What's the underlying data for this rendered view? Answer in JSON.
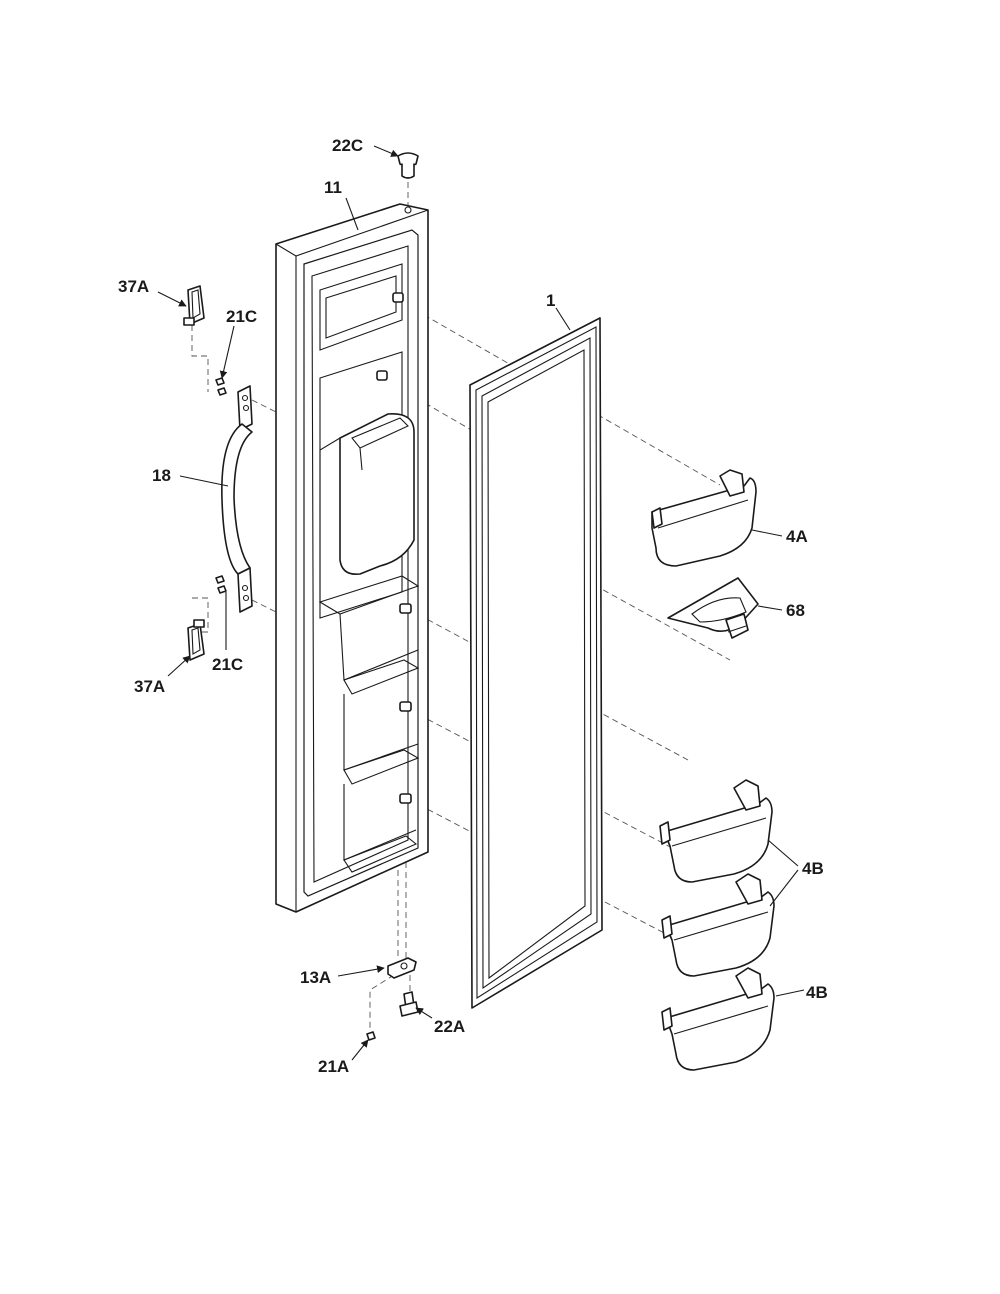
{
  "colors": {
    "line": "#1a1a1a",
    "background": "#ffffff",
    "dashed_line": "#555555"
  },
  "labels": {
    "l22C": "22C",
    "l11": "11",
    "l37A_top": "37A",
    "l21C_top": "21C",
    "l1": "1",
    "l18": "18",
    "l4A": "4A",
    "l68": "68",
    "l21C_bottom": "21C",
    "l37A_bottom": "37A",
    "l4B_pair": "4B",
    "l13A": "13A",
    "l22A": "22A",
    "l4B_single": "4B",
    "l21A": "21A"
  }
}
